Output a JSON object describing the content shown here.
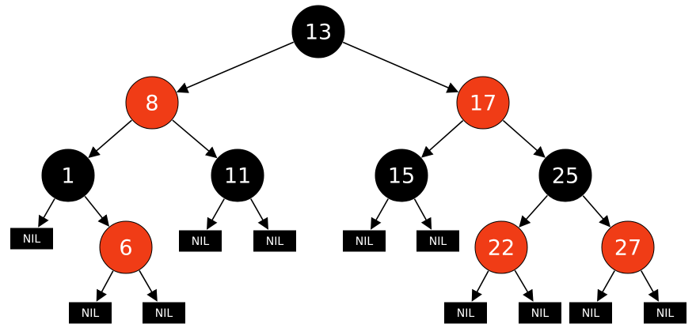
{
  "diagram": {
    "nil_label": "NIL",
    "colors": {
      "red": "#f03c16",
      "black": "#000000",
      "text": "#ffffff",
      "edge": "#000000"
    },
    "nodes": [
      {
        "id": "n13",
        "label": "13",
        "color": "black"
      },
      {
        "id": "n8",
        "label": "8",
        "color": "red"
      },
      {
        "id": "n17",
        "label": "17",
        "color": "red"
      },
      {
        "id": "n1",
        "label": "1",
        "color": "black"
      },
      {
        "id": "n11",
        "label": "11",
        "color": "black"
      },
      {
        "id": "n15",
        "label": "15",
        "color": "black"
      },
      {
        "id": "n25",
        "label": "25",
        "color": "black"
      },
      {
        "id": "n6",
        "label": "6",
        "color": "red"
      },
      {
        "id": "n22",
        "label": "22",
        "color": "red"
      },
      {
        "id": "n27",
        "label": "27",
        "color": "red"
      }
    ],
    "edges": [
      [
        "n13",
        "n8"
      ],
      [
        "n13",
        "n17"
      ],
      [
        "n8",
        "n1"
      ],
      [
        "n8",
        "n11"
      ],
      [
        "n17",
        "n15"
      ],
      [
        "n17",
        "n25"
      ],
      [
        "n1",
        "nil1"
      ],
      [
        "n1",
        "n6"
      ],
      [
        "n6",
        "nil2"
      ],
      [
        "n6",
        "nil3"
      ],
      [
        "n11",
        "nil4"
      ],
      [
        "n11",
        "nil5"
      ],
      [
        "n15",
        "nil6"
      ],
      [
        "n15",
        "nil7"
      ],
      [
        "n25",
        "n22"
      ],
      [
        "n25",
        "n27"
      ],
      [
        "n22",
        "nil8"
      ],
      [
        "n22",
        "nil9"
      ],
      [
        "n27",
        "nil10"
      ],
      [
        "n27",
        "nil11"
      ]
    ],
    "nil_leaves": [
      "nil1",
      "nil2",
      "nil3",
      "nil4",
      "nil5",
      "nil6",
      "nil7",
      "nil8",
      "nil9",
      "nil10",
      "nil11"
    ]
  }
}
